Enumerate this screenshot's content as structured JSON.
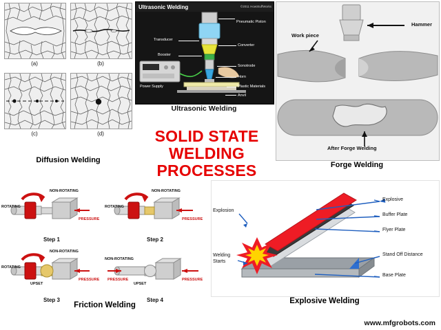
{
  "center_title": {
    "line1": "SOLID STATE",
    "line2": "WELDING",
    "line3": "PROCESSES",
    "color": "#e60000"
  },
  "diffusion": {
    "title": "Diffusion Welding",
    "captions": [
      "(a)",
      "(b)",
      "(c)",
      "(d)"
    ]
  },
  "ultrasonic": {
    "header": "Ultrasonic Welding",
    "copyright": "©2011 HowStuffWorks",
    "title": "Ultrasonic Welding",
    "callouts": [
      "Transducer",
      "Booster",
      "Power Supply",
      "Pneumatic Piston",
      "Converter",
      "Sonotrode",
      "Horn",
      "Plastic Materials",
      "Anvil"
    ]
  },
  "forge": {
    "title": "Forge Welding",
    "callouts": [
      "Hammer",
      "Work piece",
      "After Forge Welding"
    ]
  },
  "friction": {
    "title": "Friction Welding",
    "steps": [
      {
        "caption": "Step 1",
        "labels": [
          "ROTATING",
          "NON-ROTATING",
          "PRESSURE"
        ]
      },
      {
        "caption": "Step 2",
        "labels": [
          "ROTATING",
          "NON-ROTATING",
          "PRESSURE"
        ]
      },
      {
        "caption": "Step 3",
        "labels": [
          "ROTATING",
          "NON-ROTATING",
          "UPSET",
          "PRESSURE"
        ]
      },
      {
        "caption": "Step 4",
        "labels": [
          "NON-ROTATING",
          "UPSET",
          "PRESSURE",
          "PRESSURE"
        ]
      }
    ]
  },
  "explosive": {
    "title": "Explosive Welding",
    "callouts_right": [
      "Explosive",
      "Buffer Plate",
      "Flyer Plate",
      "Stand Off Distance",
      "Base Plate"
    ],
    "callouts_left": [
      "Explosion",
      "Welding Starts"
    ]
  },
  "watermark": "www.mfgrobots.com",
  "colors": {
    "title_red": "#e60000",
    "explosive_red": "#ee1c25",
    "plate_gray": "#9aa0a6",
    "accent_blue": "#1f5fbf"
  }
}
